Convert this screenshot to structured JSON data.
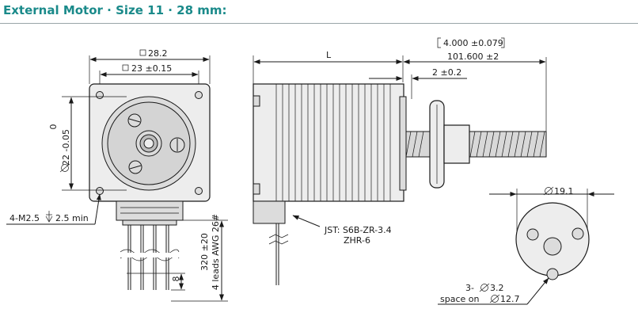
{
  "header": {
    "title": "External Motor · Size 11 · 28 mm:"
  },
  "front_view": {
    "square_outer": "28.2",
    "square_inner": "23 ±0.15",
    "diameter_top": "0",
    "diameter_bottom": "22  -0.05",
    "mount_thread": "4-M2.5",
    "thread_depth": "2.5 min",
    "lead_length": "320 ±20",
    "leads_note": "4 leads AWG 26#",
    "strip_length": "8"
  },
  "side_view": {
    "length_label": "L",
    "screw_inch": "4.000 ±0.079",
    "screw_mm": "101.600  ±2",
    "shaft_offset": "2 ±0.2",
    "connector_line1": "JST:  S6B-ZR-3.4",
    "connector_line2": "ZHR-6"
  },
  "nut_view": {
    "nut_diameter": "19.1",
    "holes": "3-",
    "holes_size": "3.2",
    "spacing_prefix": "space on",
    "spacing_value": "12.7"
  },
  "colors": {
    "title": "#1a8a8a",
    "rule": "#9aa5a8",
    "line": "#1a1a1a",
    "body_fill": "#ededed"
  }
}
